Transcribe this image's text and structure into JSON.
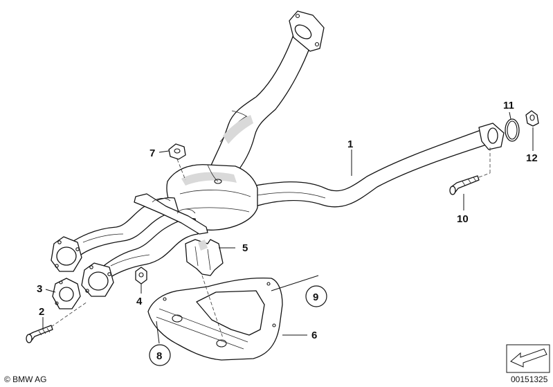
{
  "diagram": {
    "callouts": {
      "c1": "1",
      "c2": "2",
      "c3": "3",
      "c4": "4",
      "c5": "5",
      "c6": "6",
      "c7": "7",
      "c8": "8",
      "c9": "9",
      "c10": "10",
      "c11": "11",
      "c12": "12"
    },
    "copyright": "© BMW AG",
    "image_number": "00151325",
    "line_color": "#111111",
    "shade_color": "#d9d9d9"
  }
}
